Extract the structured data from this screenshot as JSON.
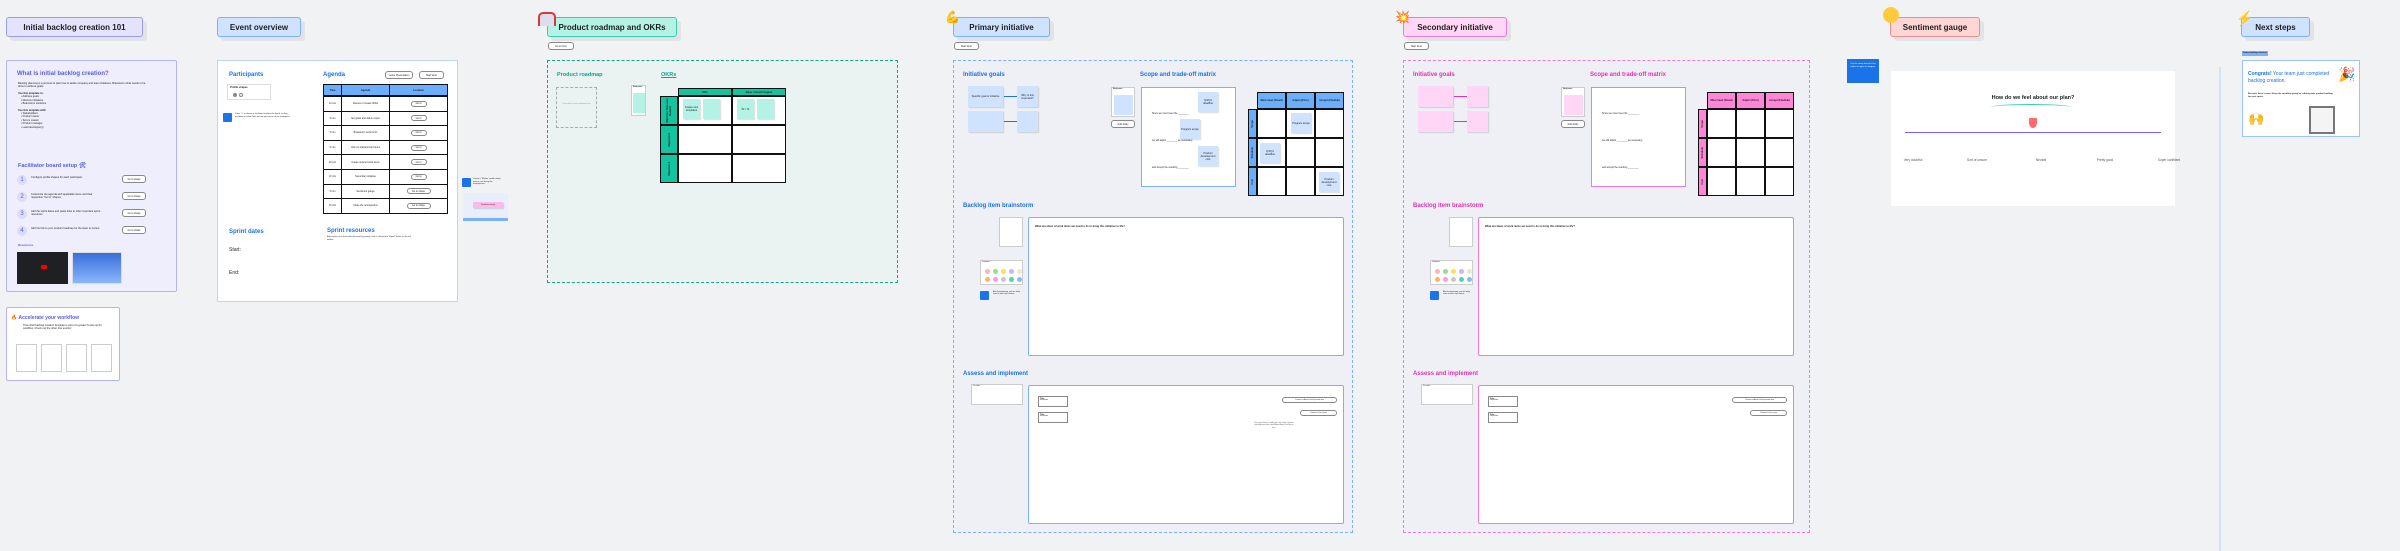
{
  "intro": {
    "title": "Initial backlog creation 101",
    "what_heading": "What is initial backlog creation?",
    "what_body": "Backlog planning is a process to plan how to tackle company and team initiatives. Brainstorm what needs to be done to achieve goals.",
    "use_to_label": "Use this template to:",
    "use_to": [
      "Address goals",
      "Discuss initiatives",
      "Brainstorm solutions"
    ],
    "use_with_label": "Use this template with:",
    "use_with": [
      "Stakeholders",
      "Product owner",
      "Scrum master",
      "Product manager",
      "Lead developer(s)"
    ],
    "setup_heading": "Facilitator board setup",
    "steps": [
      {
        "num": "1",
        "text": "Configure profile shapes for each participant.",
        "btn": "Go to shape"
      },
      {
        "num": "2",
        "text": "Customize the agenda with applicable items and their respective \"Go to\" shapes.",
        "btn": "Go to shape"
      },
      {
        "num": "3",
        "text": "Add the sprint dates and paste links to other important sprint resources.",
        "btn": "Go to shape"
      },
      {
        "num": "4",
        "text": "Add the link to your product roadmap for the team to review.",
        "btn": "Go to shape"
      }
    ],
    "resources_label": "Resources",
    "accelerate_heading": "Accelerate your workflow",
    "accelerate_body": "This initial backlog creation template is part of a greater 5-step sprint workflow. Check out the other four events!"
  },
  "event": {
    "title": "Event overview",
    "participants": "Participants",
    "profile_label": "Profile shapes",
    "participants_tip": "Press \"+\" to choose a facilitator to add to the board, or drag and drop an avatar from the top right corner of the workspace.",
    "agenda": "Agenda",
    "agenda_buttons": [
      "Leave Presentation",
      "Start timer"
    ],
    "columns": [
      "Time",
      "Agenda",
      "Location"
    ],
    "rows": [
      [
        "10 min",
        "Review or create OKRs",
        "Go to"
      ],
      [
        "5 min",
        "Set goals and define scope",
        "Go to"
      ],
      [
        "5 min",
        "Brainstorm work items",
        "Go to"
      ],
      [
        "5 min",
        "Vote on brainstormed items",
        "Go to"
      ],
      [
        "20 min",
        "Create ordered work items",
        "Go to"
      ],
      [
        "10 min",
        "Secondary initiative",
        "Go to"
      ],
      [
        "5 min",
        "Sentiment gauge",
        "Go to shape"
      ],
      [
        "10 min",
        "Close the retrospective",
        "Go to shape"
      ]
    ],
    "sprint_dates": "Sprint dates",
    "start": "Start:",
    "end": "End:",
    "sprint_resources": "Sprint resources",
    "resources_body": "Add resources to share with the team by pasting a link or clicking the \"Import\" button on the left toolbar.",
    "side_tip": "Create a \"Master\" profile sticky note to use during the retrospective.",
    "side_note": "Facilitator sticky"
  },
  "roadmap": {
    "title": "Product roadmap and OKRs",
    "go_btn": "Go to timer",
    "roadmap_heading": "Product roadmap",
    "placeholder": "Paste link to your roadmap here",
    "okr_heading": "OKRs",
    "pad_label": "Sticky notes",
    "cols": [
      "KRs",
      "Base / stretch targets"
    ],
    "rows": [
      "Objective: New user features",
      "Objective 2",
      "Objective 3"
    ],
    "stickies": [
      "Create new templates",
      "",
      "5k / 7k",
      ""
    ]
  },
  "primary": {
    "title": "Primary initiative",
    "go_btn": "Start timer",
    "goals": "Initiative goals",
    "goal_cards": [
      "Specific goal or initiative",
      "Why is this important?"
    ],
    "scope": "Scope and trade-off matrix",
    "pad_label": "Sticky notes",
    "pad_btn": "Add sticky",
    "sentences": [
      "Since we must meet the ________",
      "we will adjust ________ as necessary,",
      "and accept the resulting ________."
    ],
    "scope_stickies": [
      "Q3/Q1 deadline",
      "Program scope",
      "Product development cost"
    ],
    "matrix_cols": [
      "Must meet (Fixed)",
      "Adjust (Firm)",
      "Accept (Flexible)"
    ],
    "matrix_rows": [
      "Scope",
      "Schedule",
      "Cost"
    ],
    "matrix_stickies": [
      "Program scope",
      "Q3/Q1 deadline",
      "Product development cost"
    ],
    "brainstorm": "Backlog item brainstorm",
    "brainstorm_q": "What are ideas of work items we need to do to bring this initiative to life?",
    "palette_label": "Categories",
    "brainstorm_tip": "After brainstorming, vote on sticky notes to select top choices.",
    "assess": "Assess and implement",
    "card_label": "Jira cards",
    "cards": [
      {
        "t": "Title",
        "d": "Description"
      },
      {
        "t": "Title",
        "d": "Description"
      }
    ],
    "connect": [
      "Connect to Azure DevOps work item",
      "Connect to Jira issue"
    ],
    "connect_tip": "Once your team is ready, you can convert all your backlog items into a backlog in Azure DevOps or Jira."
  },
  "secondary": {
    "title": "Secondary initiative",
    "go_btn": "Start timer",
    "goals": "Initiative goals",
    "goal_cards": [
      "",
      ""
    ],
    "scope": "Scope and trade-off matrix",
    "pad_label": "Sticky notes",
    "pad_btn": "Add sticky",
    "sentences": [
      "Since we must meet the ________",
      "we will adjust ________ as necessary,",
      "and accept the resulting ________."
    ],
    "scope_stickies": [],
    "matrix_cols": [
      "Must meet (Fixed)",
      "Adjust (Firm)",
      "Accept (Flexible)"
    ],
    "matrix_rows": [
      "Scope",
      "Schedule",
      "Cost"
    ],
    "matrix_stickies": [],
    "brainstorm": "Backlog item brainstorm",
    "brainstorm_q": "What are ideas of work items we need to do to bring this initiative to life?",
    "palette_label": "Categories",
    "brainstorm_tip": "After brainstorming, vote on sticky notes to select top choices.",
    "assess": "Assess and implement",
    "card_label": "Jira cards",
    "cards": [
      {
        "t": "Title",
        "d": "Description"
      },
      {
        "t": "Title",
        "d": "Description"
      }
    ],
    "connect": [
      "Connect to Azure DevOps work item",
      "Connect to Jira issue"
    ],
    "connect_tip": ""
  },
  "sentiment": {
    "title": "Sentiment gauge",
    "tip": "Use the stamp feature in the toolbar to agree or disagree.",
    "question": "How do we feel about our plan?",
    "labels": [
      "Very doubtful",
      "Sort of unsure",
      "Neutral",
      "Pretty good",
      "Super confident"
    ],
    "marker_value": 0.5
  },
  "next": {
    "title": "Next steps",
    "tag": "Product backlog refinement",
    "congrats_bold": "Congrats!",
    "congrats": " Your team just completed backlog creation.",
    "body": "But wait, there's more! Keep the workflow going by refining your product backlog for next sprint."
  },
  "colors": {
    "lavender": "#e3e3fc",
    "blue": "#cfe3ff",
    "teal": "#b5f2e6",
    "pink": "#ffd6f5",
    "red": "#ffd6d6",
    "accent_blue": "#1a73e8",
    "accent_pink": "#e62fb4",
    "accent_teal": "#14a58b"
  }
}
